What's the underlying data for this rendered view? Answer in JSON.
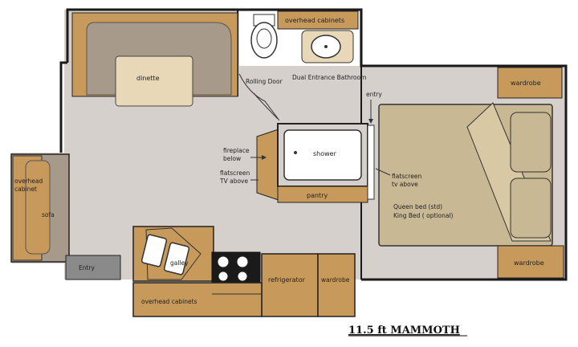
{
  "colors": {
    "floor": "#d6d0cd",
    "wall": "#1a1a1a",
    "cabinet": "#c79a5b",
    "cabinet_dark": "#a87a3f",
    "sofa": "#a89a8a",
    "sofa_dark": "#8e8070",
    "bed": "#c9b894",
    "entry_mat": "#8a8a8a",
    "fixture": "#ffffff"
  },
  "labels": {
    "overhead_cabinets_top": "overhead cabinets",
    "dinette": "dinette",
    "rolling_door": "Rolling Door",
    "dual_entrance_bathroom": "Dual Entrance Bathroom",
    "entry_right": "entry",
    "wardrobe_top": "wardrobe",
    "fireplace_line1": "fireplace",
    "fireplace_line2": "below",
    "flatscreen_left_line1": "flatscreen",
    "flatscreen_left_line2": "TV above",
    "shower": "shower",
    "pantry": "pantry",
    "flatscreen_right_line1": "flatscreen",
    "flatscreen_right_line2": "tv above",
    "bed_line1": "Queen bed (std)",
    "bed_line2": "King Bed ( optional)",
    "overhead_cabinet_left_line1": "overhead",
    "overhead_cabinet_left_line2": "cabinet",
    "sofa": "sofa",
    "entry_bottom": "Entry",
    "galley": "galley",
    "refrigerator": "refrigerator",
    "wardrobe_bottom_mid": "wardrobe",
    "wardrobe_bottom_right": "wardrobe",
    "overhead_cabinets_bottom": "overhead cabinets"
  },
  "title": "11.5 ft MAMMOTH"
}
